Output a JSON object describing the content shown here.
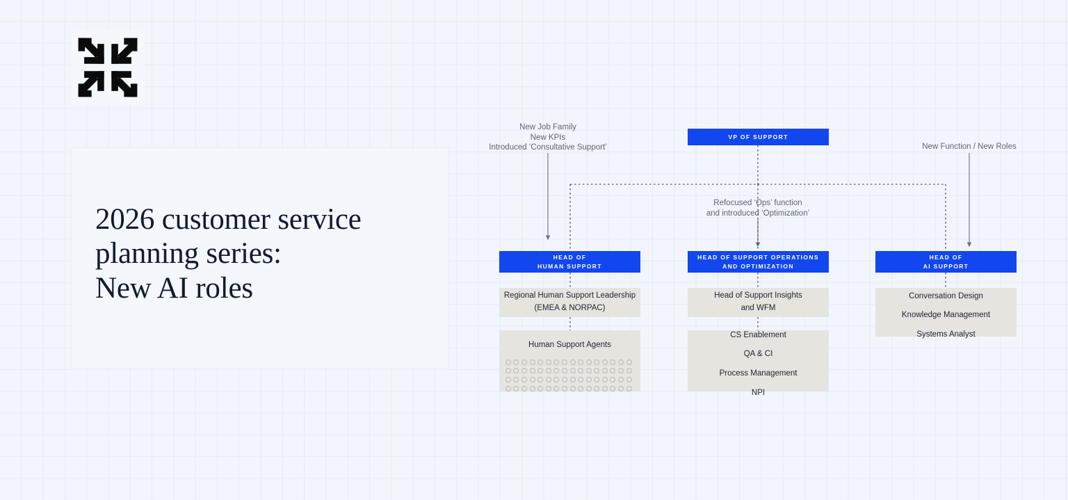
{
  "page": {
    "background_color": "#f2f6fc",
    "grid_color": "#e6ebf2"
  },
  "brand": {
    "logo_icon": "eight-arrow-burst-logo",
    "logo_color": "#0b0b0b"
  },
  "title_card": {
    "title": "2026 customer service\nplanning series:\nNew AI roles",
    "text_color": "#111b2e"
  },
  "colors": {
    "blue": "#1247f0",
    "grey": "#e6e4df",
    "note": "#5d6573",
    "connector": "#6a707c"
  },
  "org_chart": {
    "root": {
      "label": "VP OF SUPPORT"
    },
    "annotations": [
      {
        "id": "human-support-note",
        "text": "New Job Family\nNew KPIs\nIntroduced ‘Consultative Support’"
      },
      {
        "id": "ops-note",
        "text": "Refocused ‘Ops’ function\nand introduced ‘Optimization’"
      },
      {
        "id": "ai-support-note",
        "text": "New Function / New Roles"
      }
    ],
    "columns": [
      {
        "id": "human-support",
        "head": [
          "HEAD OF",
          "HUMAN SUPPORT"
        ],
        "groups": [
          {
            "id": "regional-leadership",
            "lines": [
              "Regional Human Support Leadership",
              "(EMEA & NORPAC)"
            ]
          },
          {
            "id": "human-support-agents",
            "lines": [
              "Human Support Agents"
            ],
            "dots": {
              "rows": 4,
              "cols": 16
            }
          }
        ]
      },
      {
        "id": "support-operations",
        "head": [
          "HEAD OF SUPPORT OPERATIONS",
          "AND OPTIMIZATION"
        ],
        "groups": [
          {
            "id": "support-insights",
            "lines": [
              "Head of Support Insights",
              "and WFM"
            ]
          },
          {
            "id": "ops-functions",
            "lines": [
              "CS Enablement",
              "QA & CI",
              "Process Management",
              "NPI"
            ],
            "spaced": true
          }
        ]
      },
      {
        "id": "ai-support",
        "head": [
          "HEAD OF",
          "AI SUPPORT"
        ],
        "groups": [
          {
            "id": "ai-roles",
            "lines": [
              "Conversation Design",
              "Knowledge Management",
              "Systems Analyst"
            ],
            "spaced": true
          }
        ]
      }
    ]
  }
}
